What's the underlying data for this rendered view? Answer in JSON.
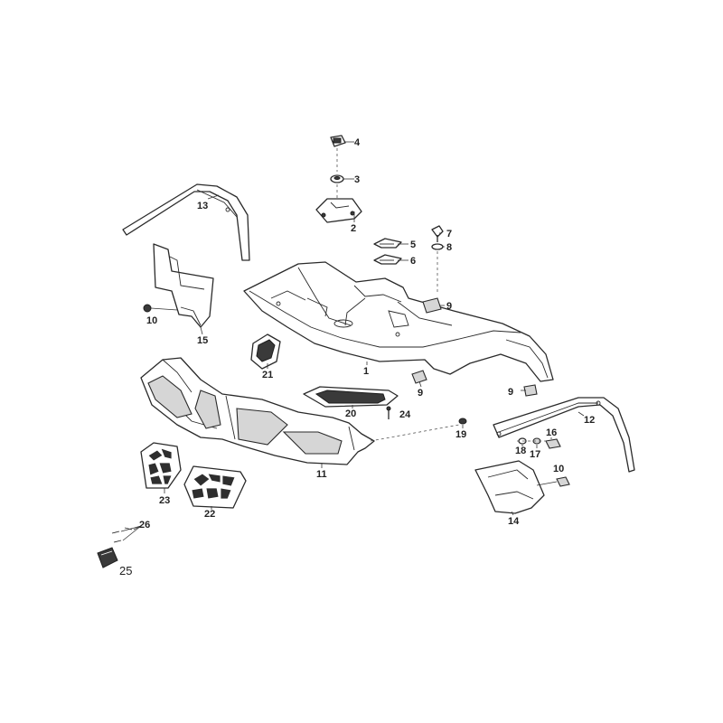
{
  "callouts": {
    "c1": "1",
    "c2": "2",
    "c3": "3",
    "c4": "4",
    "c5": "5",
    "c6": "6",
    "c7": "7",
    "c8": "8",
    "c9a": "9",
    "c9b": "9",
    "c9c": "9",
    "c10a": "10",
    "c10b": "10",
    "c11": "11",
    "c12": "12",
    "c13": "13",
    "c14": "14",
    "c15": "15",
    "c16": "16",
    "c17": "17",
    "c18": "18",
    "c19": "19",
    "c20": "20",
    "c21": "21",
    "c22": "22",
    "c23": "23",
    "c24": "24",
    "c25": "25",
    "c26": "26"
  }
}
